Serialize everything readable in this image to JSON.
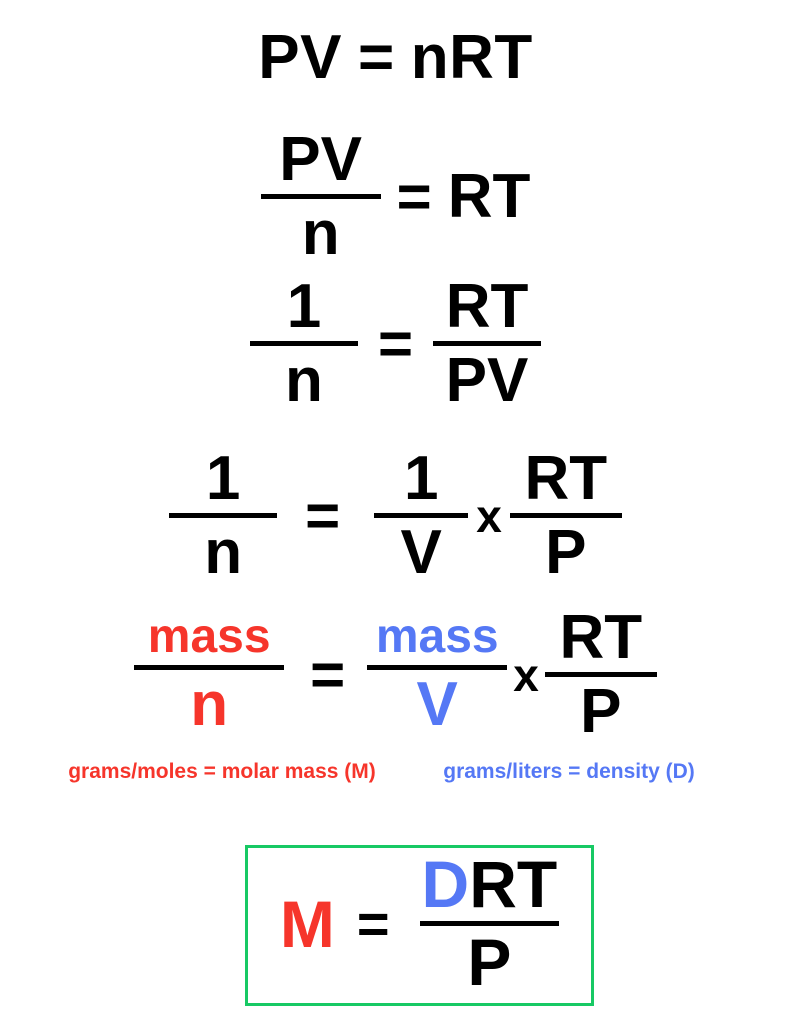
{
  "colors": {
    "red": "#f6352b",
    "blue": "#5578f5",
    "green": "#17c964",
    "black": "#000000",
    "background": "#ffffff"
  },
  "equations": {
    "eq1": {
      "left": "PV",
      "operator": "=",
      "right": "nRT"
    },
    "eq2": {
      "left_numerator": "PV",
      "left_denominator": "n",
      "operator": "=",
      "right": "RT"
    },
    "eq3": {
      "left_numerator": "1",
      "left_denominator": "n",
      "operator": "=",
      "right_numerator": "RT",
      "right_denominator": "PV"
    },
    "eq4": {
      "left_numerator": "1",
      "left_denominator": "n",
      "operator": "=",
      "mid_numerator": "1",
      "mid_denominator": "V",
      "multiply": "x",
      "right_numerator": "RT",
      "right_denominator": "P"
    },
    "eq5": {
      "left_numerator": "mass",
      "left_denominator": "n",
      "operator": "=",
      "mid_numerator": "mass",
      "mid_denominator": "V",
      "multiply": "x",
      "right_numerator": "RT",
      "right_denominator": "P"
    },
    "result": {
      "left": "M",
      "operator": "=",
      "numerator_colored": "D",
      "numerator_rest": "RT",
      "denominator": "P"
    }
  },
  "captions": {
    "left": "grams/moles = molar mass (M)",
    "right": "grams/liters = density (D)"
  }
}
